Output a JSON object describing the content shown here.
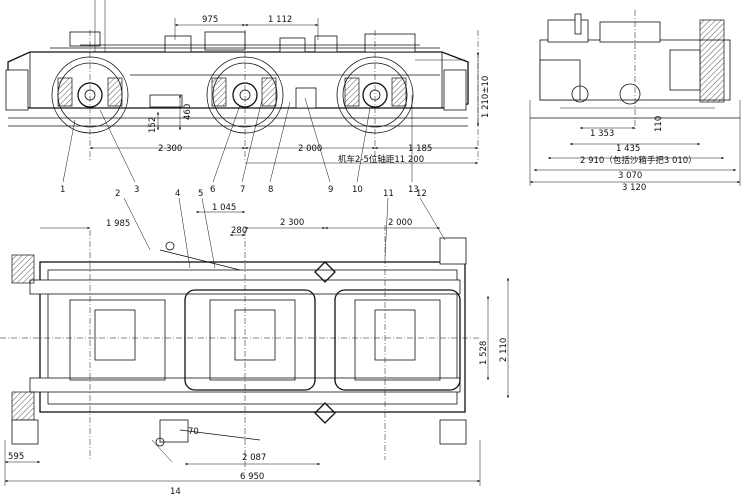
{
  "side_view": {
    "dims": {
      "d975": "975",
      "d1112": "1 112",
      "d460": "460",
      "d152": "152",
      "d2300": "2 300",
      "d2000": "2 000",
      "d1185": "1 185",
      "axle_span": "机车2-5位轴距11 200",
      "d1210": "1 210±10"
    }
  },
  "end_view": {
    "dims": {
      "d1353": "1 353",
      "d110": "110",
      "d1435": "1 435",
      "d2910": "2 910（包括沙箱手把3 010）",
      "d3070": "3 070",
      "d3120": "3 120"
    }
  },
  "plan_view": {
    "dims": {
      "d1985": "1 985",
      "d1045": "1 045",
      "d280": "280",
      "d2300": "2 300",
      "d2000": "2 000",
      "d1528": "1 528",
      "d2110": "2 110",
      "d70": "70",
      "d2087": "2 087",
      "d595": "595",
      "d6950": "6 950"
    }
  },
  "callouts": [
    "1",
    "2",
    "3",
    "4",
    "5",
    "6",
    "7",
    "8",
    "9",
    "10",
    "11",
    "12",
    "13",
    "14"
  ]
}
